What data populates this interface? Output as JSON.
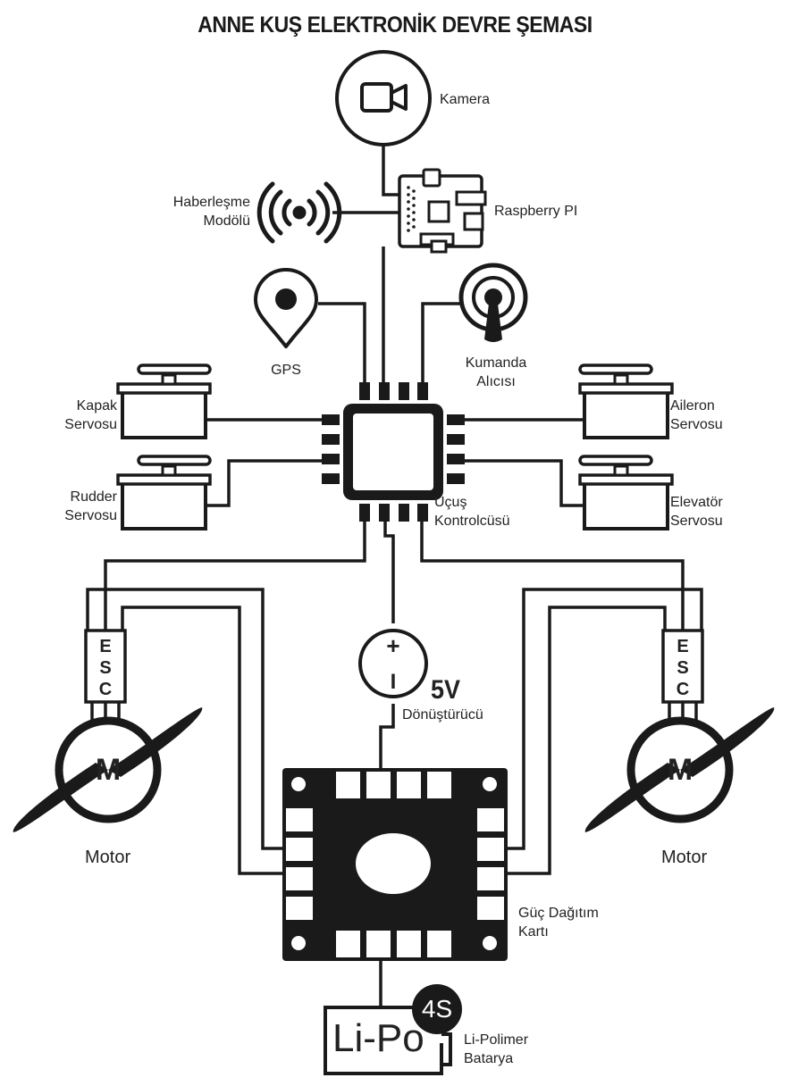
{
  "title": "ANNE KUŞ ELEKTRONİK DEVRE ŞEMASI",
  "components": {
    "camera": "Kamera",
    "raspberry": "Raspberry PI",
    "comm_module": [
      "Haberleşme",
      "Modölü"
    ],
    "gps": "GPS",
    "receiver": [
      "Kumanda",
      "Alıcısı"
    ],
    "flap_servo": [
      "Kapak",
      "Servosu"
    ],
    "rudder_servo": [
      "Rudder",
      "Servosu"
    ],
    "aileron_servo": [
      "Aileron",
      "Servosu"
    ],
    "elevator_servo": [
      "Elevatör",
      "Servosu"
    ],
    "flight_controller": [
      "Uçuş",
      "Kontrolcüsü"
    ],
    "converter_voltage": "5V",
    "converter": "Dönüştürücü",
    "converter_plus": "+",
    "converter_minus": "I",
    "esc_left": [
      "E",
      "S",
      "C"
    ],
    "esc_right": [
      "E",
      "S",
      "C"
    ],
    "motor_left_letter": "M",
    "motor_right_letter": "M",
    "motor_left": "Motor",
    "motor_right": "Motor",
    "pdb": [
      "Güç Dağıtım",
      "Kartı"
    ],
    "battery_text": "Li-Po",
    "battery_cells": "4S",
    "battery": [
      "Li-Polimer",
      "Batarya"
    ]
  },
  "colors": {
    "ink": "#1a1a1a",
    "paper": "#ffffff"
  }
}
